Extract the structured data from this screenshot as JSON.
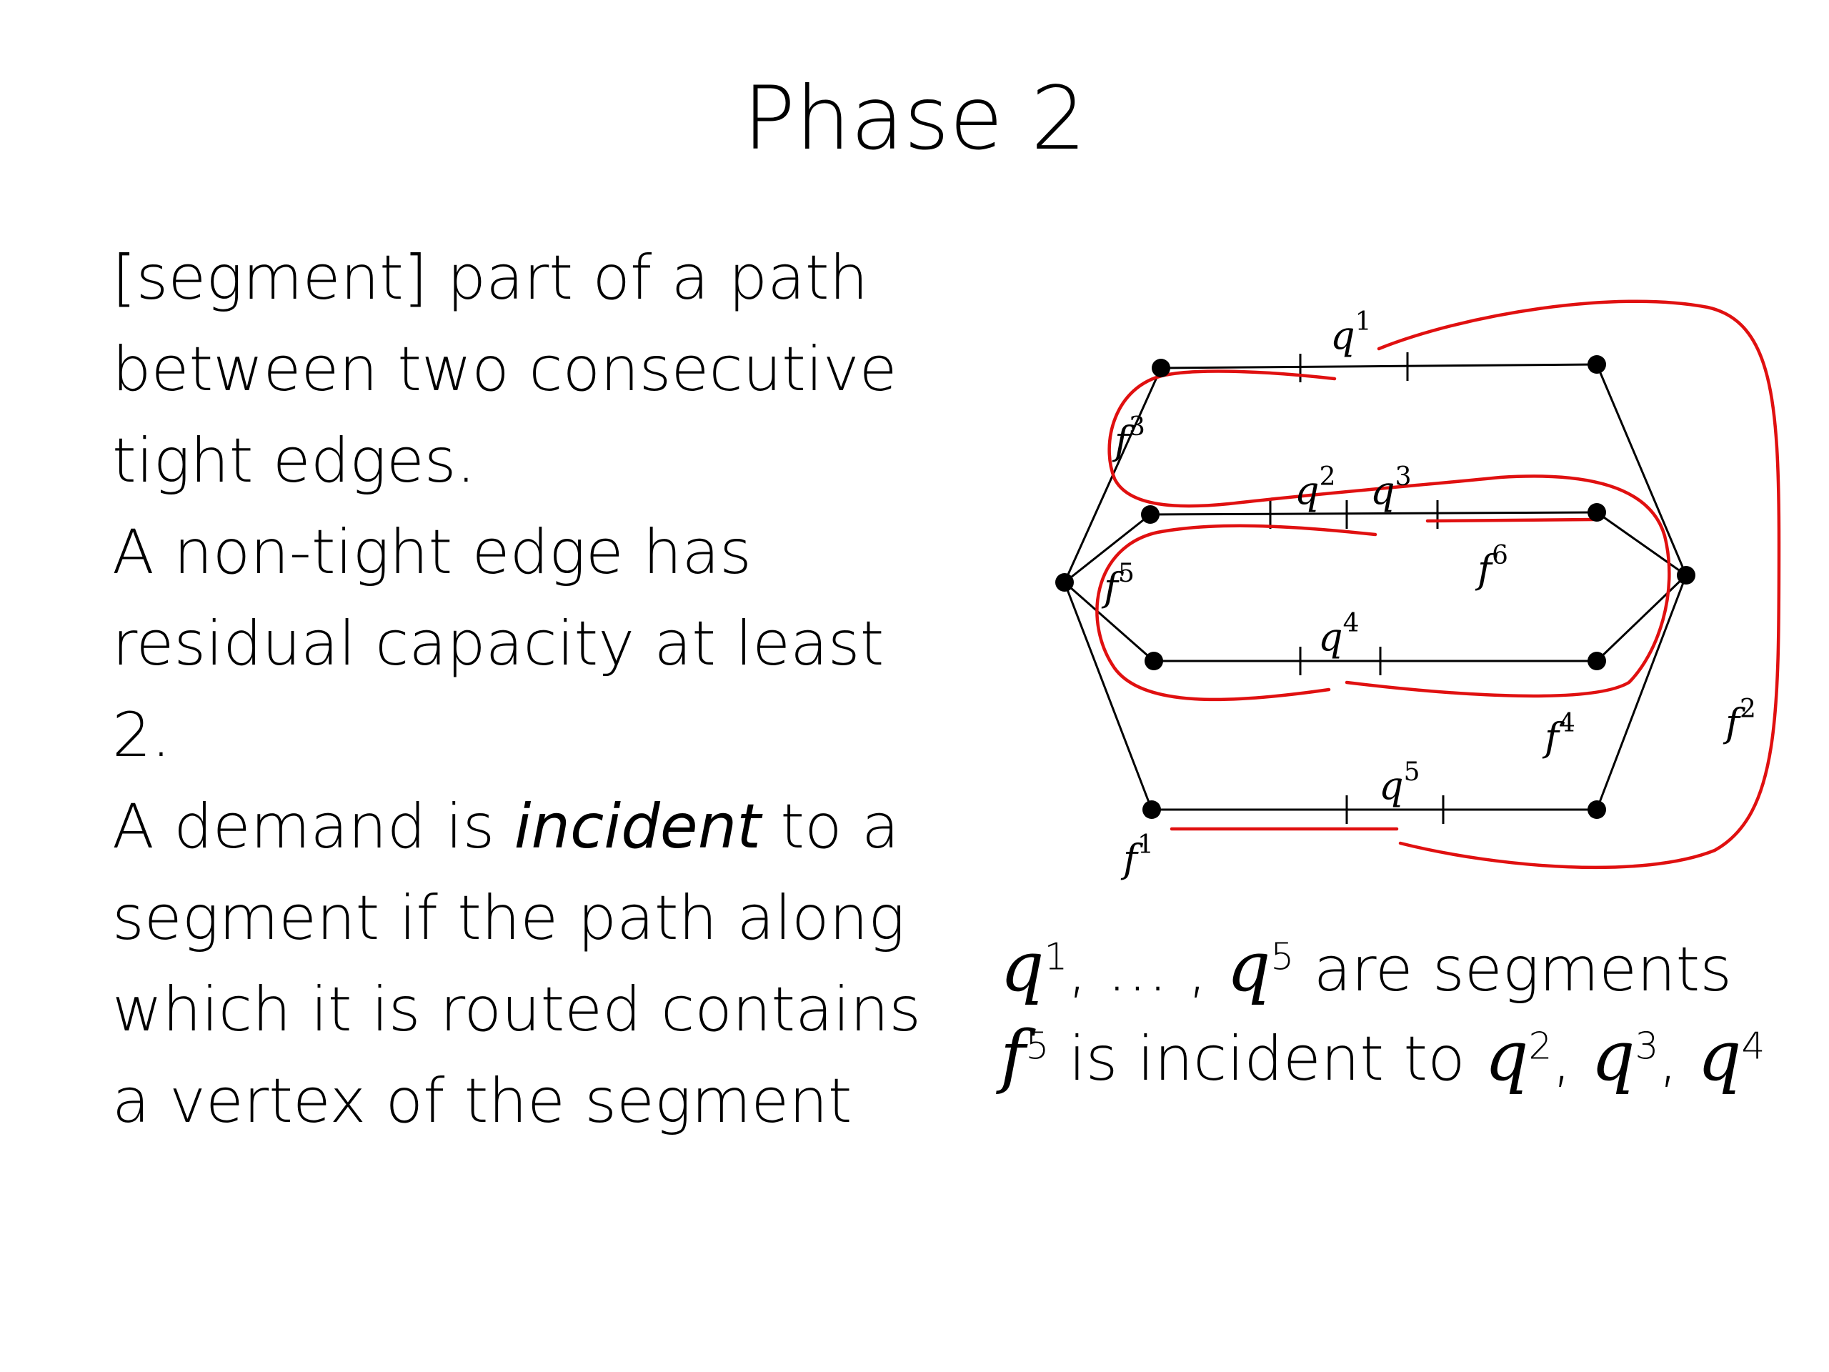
{
  "slide": {
    "title": "Phase 2",
    "paragraphs": [
      {
        "lines": [
          "[segment] part of a path",
          "between two consecutive",
          "tight edges."
        ]
      },
      {
        "lines": [
          "A non-tight edge has",
          "residual capacity at least",
          "2."
        ]
      },
      {
        "line1_pre": "A demand is ",
        "line1_em": "incident",
        "line1_post": " to a",
        "lines": [
          "segment if the path along",
          "which it is routed contains",
          "a vertex of the segment"
        ]
      }
    ],
    "caption": {
      "line1": {
        "q": "q",
        "sup1": "1",
        "dots": ", … , ",
        "q2": "q",
        "sup2": "5",
        "text": " are segments"
      },
      "line2": {
        "f": "f",
        "supf": "5",
        "text": " is incident to ",
        "items": [
          "q",
          "2",
          ", ",
          "q",
          "3",
          ", ",
          "q",
          "4"
        ]
      }
    }
  },
  "diagram": {
    "labels": {
      "q1": {
        "base": "q",
        "sup": "1"
      },
      "q2": {
        "base": "q",
        "sup": "2"
      },
      "q3": {
        "base": "q",
        "sup": "3"
      },
      "q4": {
        "base": "q",
        "sup": "4"
      },
      "q5": {
        "base": "q",
        "sup": "5"
      },
      "f1": {
        "base": "f",
        "sup": "1"
      },
      "f2": {
        "base": "f",
        "sup": "2"
      },
      "f3": {
        "base": "f",
        "sup": "3"
      },
      "f4": {
        "base": "f",
        "sup": "4"
      },
      "f5": {
        "base": "f",
        "sup": "5"
      },
      "f6": {
        "base": "f",
        "sup": "6"
      }
    },
    "colors": {
      "graph": "#000000",
      "path": "#e01010"
    }
  }
}
